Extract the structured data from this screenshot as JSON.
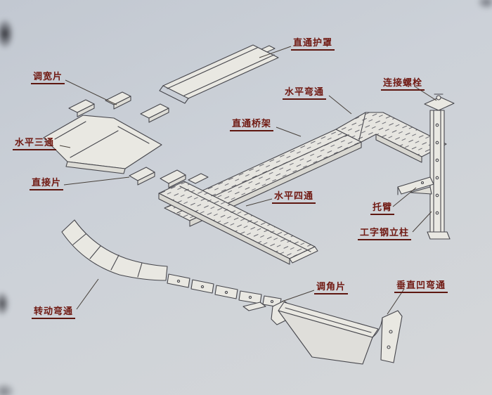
{
  "diagram": {
    "labels": {
      "straight_cover": "直通护罩",
      "width_adjust_piece": "调宽片",
      "horizontal_tee": "水平三通",
      "direct_piece": "直接片",
      "horizontal_bend": "水平弯通",
      "connecting_bolt": "连接螺栓",
      "straight_tray": "直通桥架",
      "horizontal_cross": "水平四通",
      "bracket_arm": "托臂",
      "i_beam_column": "工字钢立柱",
      "angle_adjust_piece": "调角片",
      "vertical_concave_bend": "垂直凹弯通",
      "rotating_bend": "转动弯通"
    },
    "colors": {
      "paper_background": "#ccd1d8",
      "line_ink": "#46464c",
      "label_text": "#701912"
    }
  }
}
